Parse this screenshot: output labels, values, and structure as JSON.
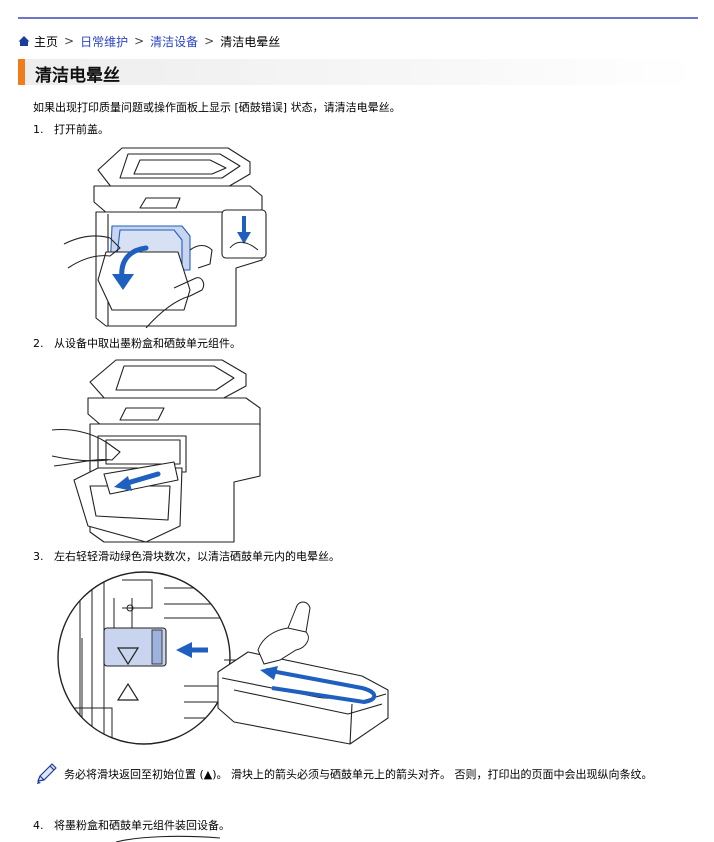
{
  "breadcrumb": {
    "home": "主页",
    "items": [
      "日常维护",
      "清洁设备"
    ],
    "current": "清洁电晕丝",
    "separator": ">"
  },
  "heading": {
    "title": "清洁电晕丝"
  },
  "intro": "如果出现打印质量问题或操作面板上显示 [硒鼓错误] 状态，请清洁电晕丝。",
  "steps": [
    {
      "num": "1.",
      "text": "打开前盖。"
    },
    {
      "num": "2.",
      "text": "从设备中取出墨粉盒和硒鼓单元组件。"
    },
    {
      "num": "3.",
      "text": "左右轻轻滑动绿色滑块数次，以清洁硒鼓单元内的电晕丝。"
    },
    {
      "num": "4.",
      "text": "将墨粉盒和硒鼓单元组件装回设备。"
    }
  ],
  "note": "务必将滑块返回至初始位置 (▲)。 滑块上的箭头必须与硒鼓单元上的箭头对齐。 否则，打印出的页面中会出现纵向条纹。",
  "colors": {
    "link": "#2b45c4",
    "accent": "#f07c1b",
    "rule": "#6e74c9",
    "illustration_blue": "#1f5fbf",
    "illustration_fill": "#c9d4ee"
  }
}
